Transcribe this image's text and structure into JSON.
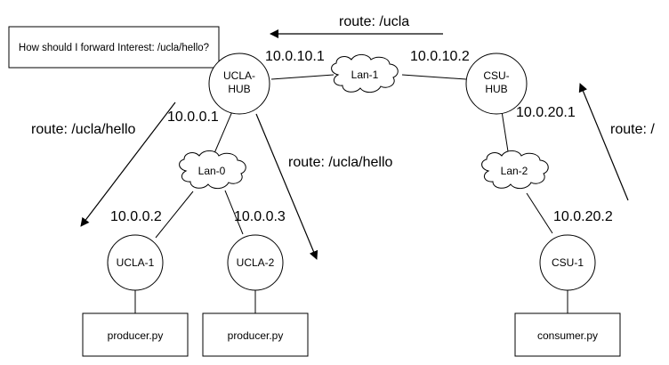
{
  "question": "How should I forward Interest: /ucla/hello?",
  "routes": {
    "top": "route: /ucla",
    "left": "route: /ucla/hello",
    "middle": "route: /ucla/hello",
    "right": "route: /"
  },
  "nodes": {
    "ucla_hub_line1": "UCLA-",
    "ucla_hub_line2": "HUB",
    "csu_hub_line1": "CSU-",
    "csu_hub_line2": "HUB",
    "ucla_1": "UCLA-1",
    "ucla_2": "UCLA-2",
    "csu_1": "CSU-1"
  },
  "lans": {
    "lan0": "Lan-0",
    "lan1": "Lan-1",
    "lan2": "Lan-2"
  },
  "ips": {
    "ucla_hub_lan1": "10.0.10.1",
    "csu_hub_lan1": "10.0.10.2",
    "ucla_hub_lan0": "10.0.0.1",
    "ucla_1": "10.0.0.2",
    "ucla_2": "10.0.0.3",
    "csu_hub_lan2": "10.0.20.1",
    "csu_1": "10.0.20.2"
  },
  "scripts": {
    "producer_1": "producer.py",
    "producer_2": "producer.py",
    "consumer": "consumer.py"
  }
}
